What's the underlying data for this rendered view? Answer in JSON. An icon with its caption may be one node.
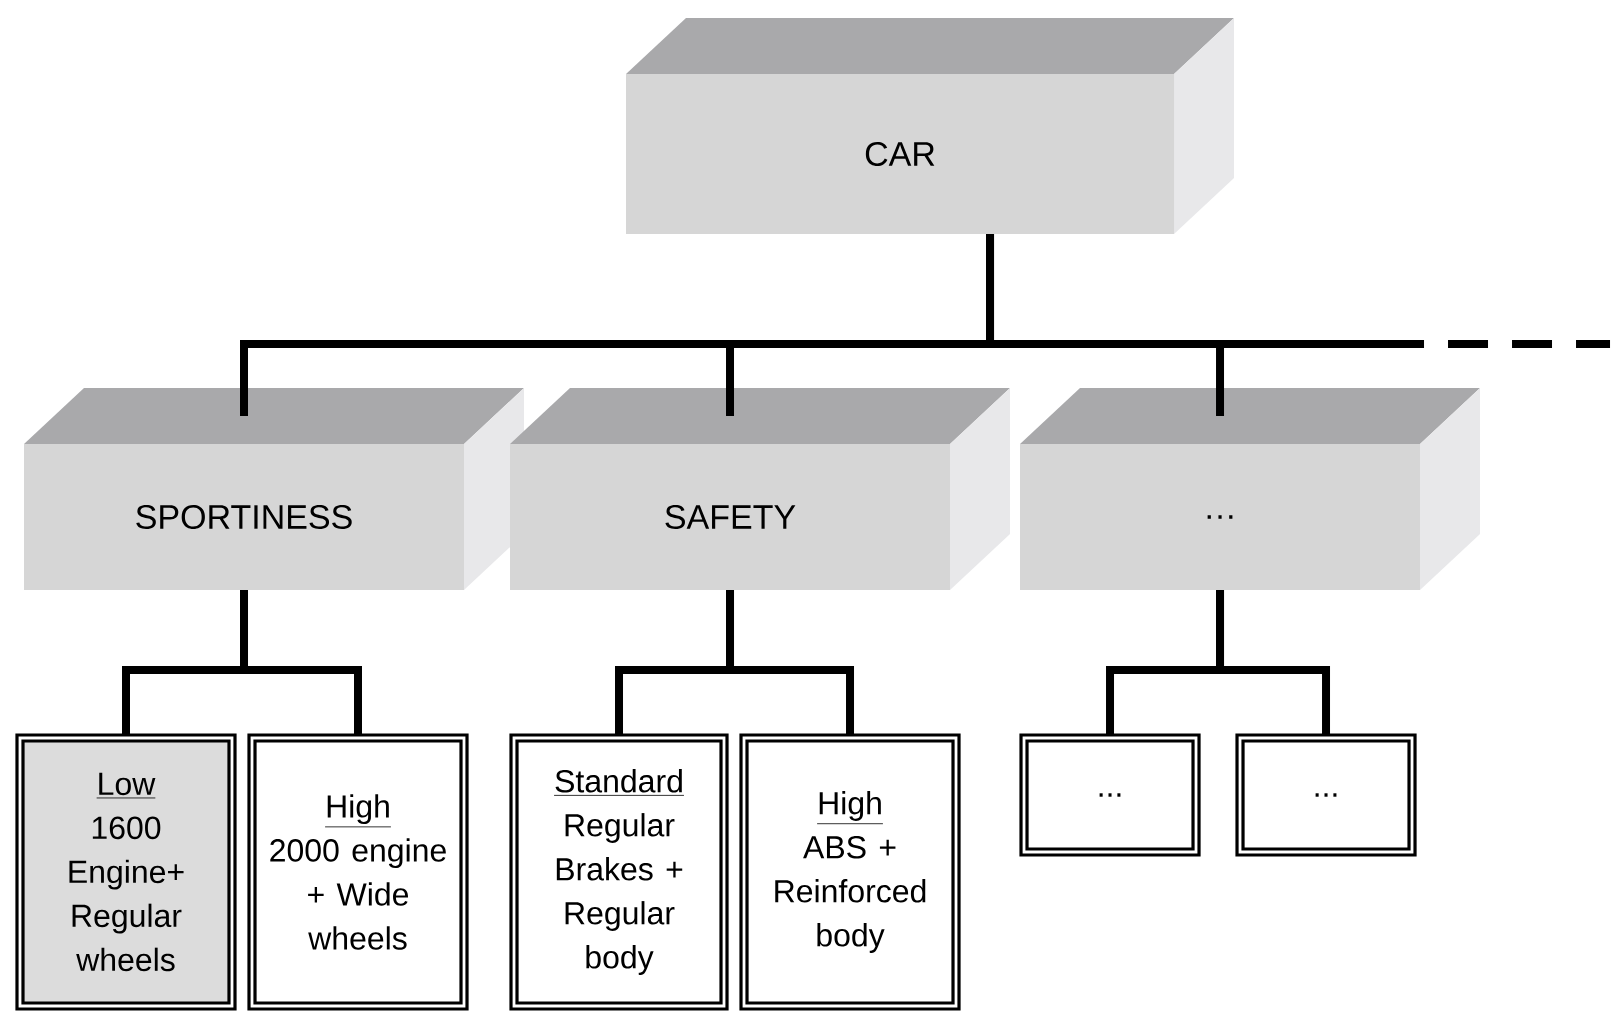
{
  "diagram": {
    "nodes": [
      {
        "text": [
          "CAR"
        ]
      },
      {
        "text": [
          "SPORTINESS"
        ]
      },
      {
        "text": [
          "SAFETY"
        ]
      },
      {
        "text": [
          "…"
        ]
      },
      {
        "text": [
          "Low",
          "1600 Engine+ Regular wheels"
        ]
      },
      {
        "text": [
          "High",
          "2000 engine + Wide wheels"
        ]
      },
      {
        "text": [
          "Standard",
          "Regular Brakes + Regular body"
        ]
      },
      {
        "text": [
          "High",
          "ABS + Reinforced body"
        ]
      },
      {
        "text": [
          "..."
        ]
      },
      {
        "text": [
          "..."
        ]
      }
    ],
    "edges": [
      {
        "from": 0,
        "to": 1,
        "arrow": "none"
      },
      {
        "from": 0,
        "to": 2,
        "arrow": "none"
      },
      {
        "from": 0,
        "to": 3,
        "arrow": "none"
      },
      {
        "from": 0,
        "to": null,
        "arrow": "none",
        "style": "dashed"
      },
      {
        "from": 1,
        "to": 4,
        "arrow": "none"
      },
      {
        "from": 1,
        "to": 5,
        "arrow": "none"
      },
      {
        "from": 2,
        "to": 6,
        "arrow": "none"
      },
      {
        "from": 2,
        "to": 7,
        "arrow": "none"
      },
      {
        "from": 3,
        "to": 8,
        "arrow": "none"
      },
      {
        "from": 3,
        "to": 9,
        "arrow": "none"
      }
    ]
  }
}
